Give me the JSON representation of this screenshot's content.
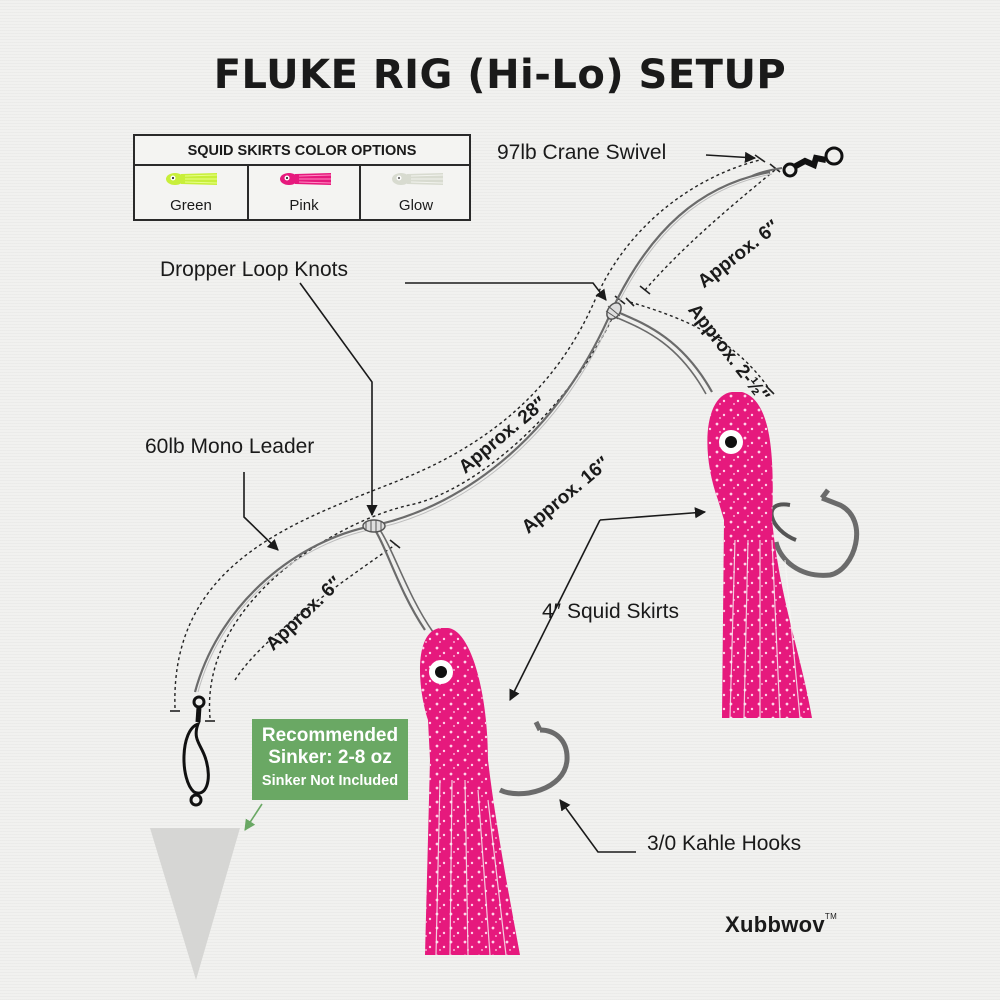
{
  "title": "FLUKE RIG (Hi-Lo) SETUP",
  "legend": {
    "title": "SQUID SKIRTS COLOR OPTIONS",
    "options": [
      {
        "label": "Green",
        "color": "#c8ef3a"
      },
      {
        "label": "Pink",
        "color": "#e6197d"
      },
      {
        "label": "Glow",
        "color": "#d8dbd0"
      }
    ]
  },
  "labels": {
    "swivel": "97lb Crane Swivel",
    "dropper": "Dropper Loop Knots",
    "leader": "60lb Mono Leader",
    "skirts": "4″ Squid Skirts",
    "hooks": "3/0 Kahle Hooks"
  },
  "dimensions": {
    "top_dropper": "Approx. 6″",
    "top_leader": "Approx. 2-½″",
    "main_28": "Approx. 28″",
    "main_16": "Approx. 16″",
    "bottom_dropper": "Approx. 6″"
  },
  "sinker_box": {
    "line1": "Recommended",
    "line2": "Sinker: 2-8 oz",
    "line3": "Sinker Not Included",
    "color": "#6aa864"
  },
  "brand": {
    "name": "Xubbwov",
    "tm": "TM"
  },
  "colors": {
    "skirt_pink": "#e6197d",
    "line": "#6b6b6b",
    "sinker": "#d6d6d4"
  }
}
